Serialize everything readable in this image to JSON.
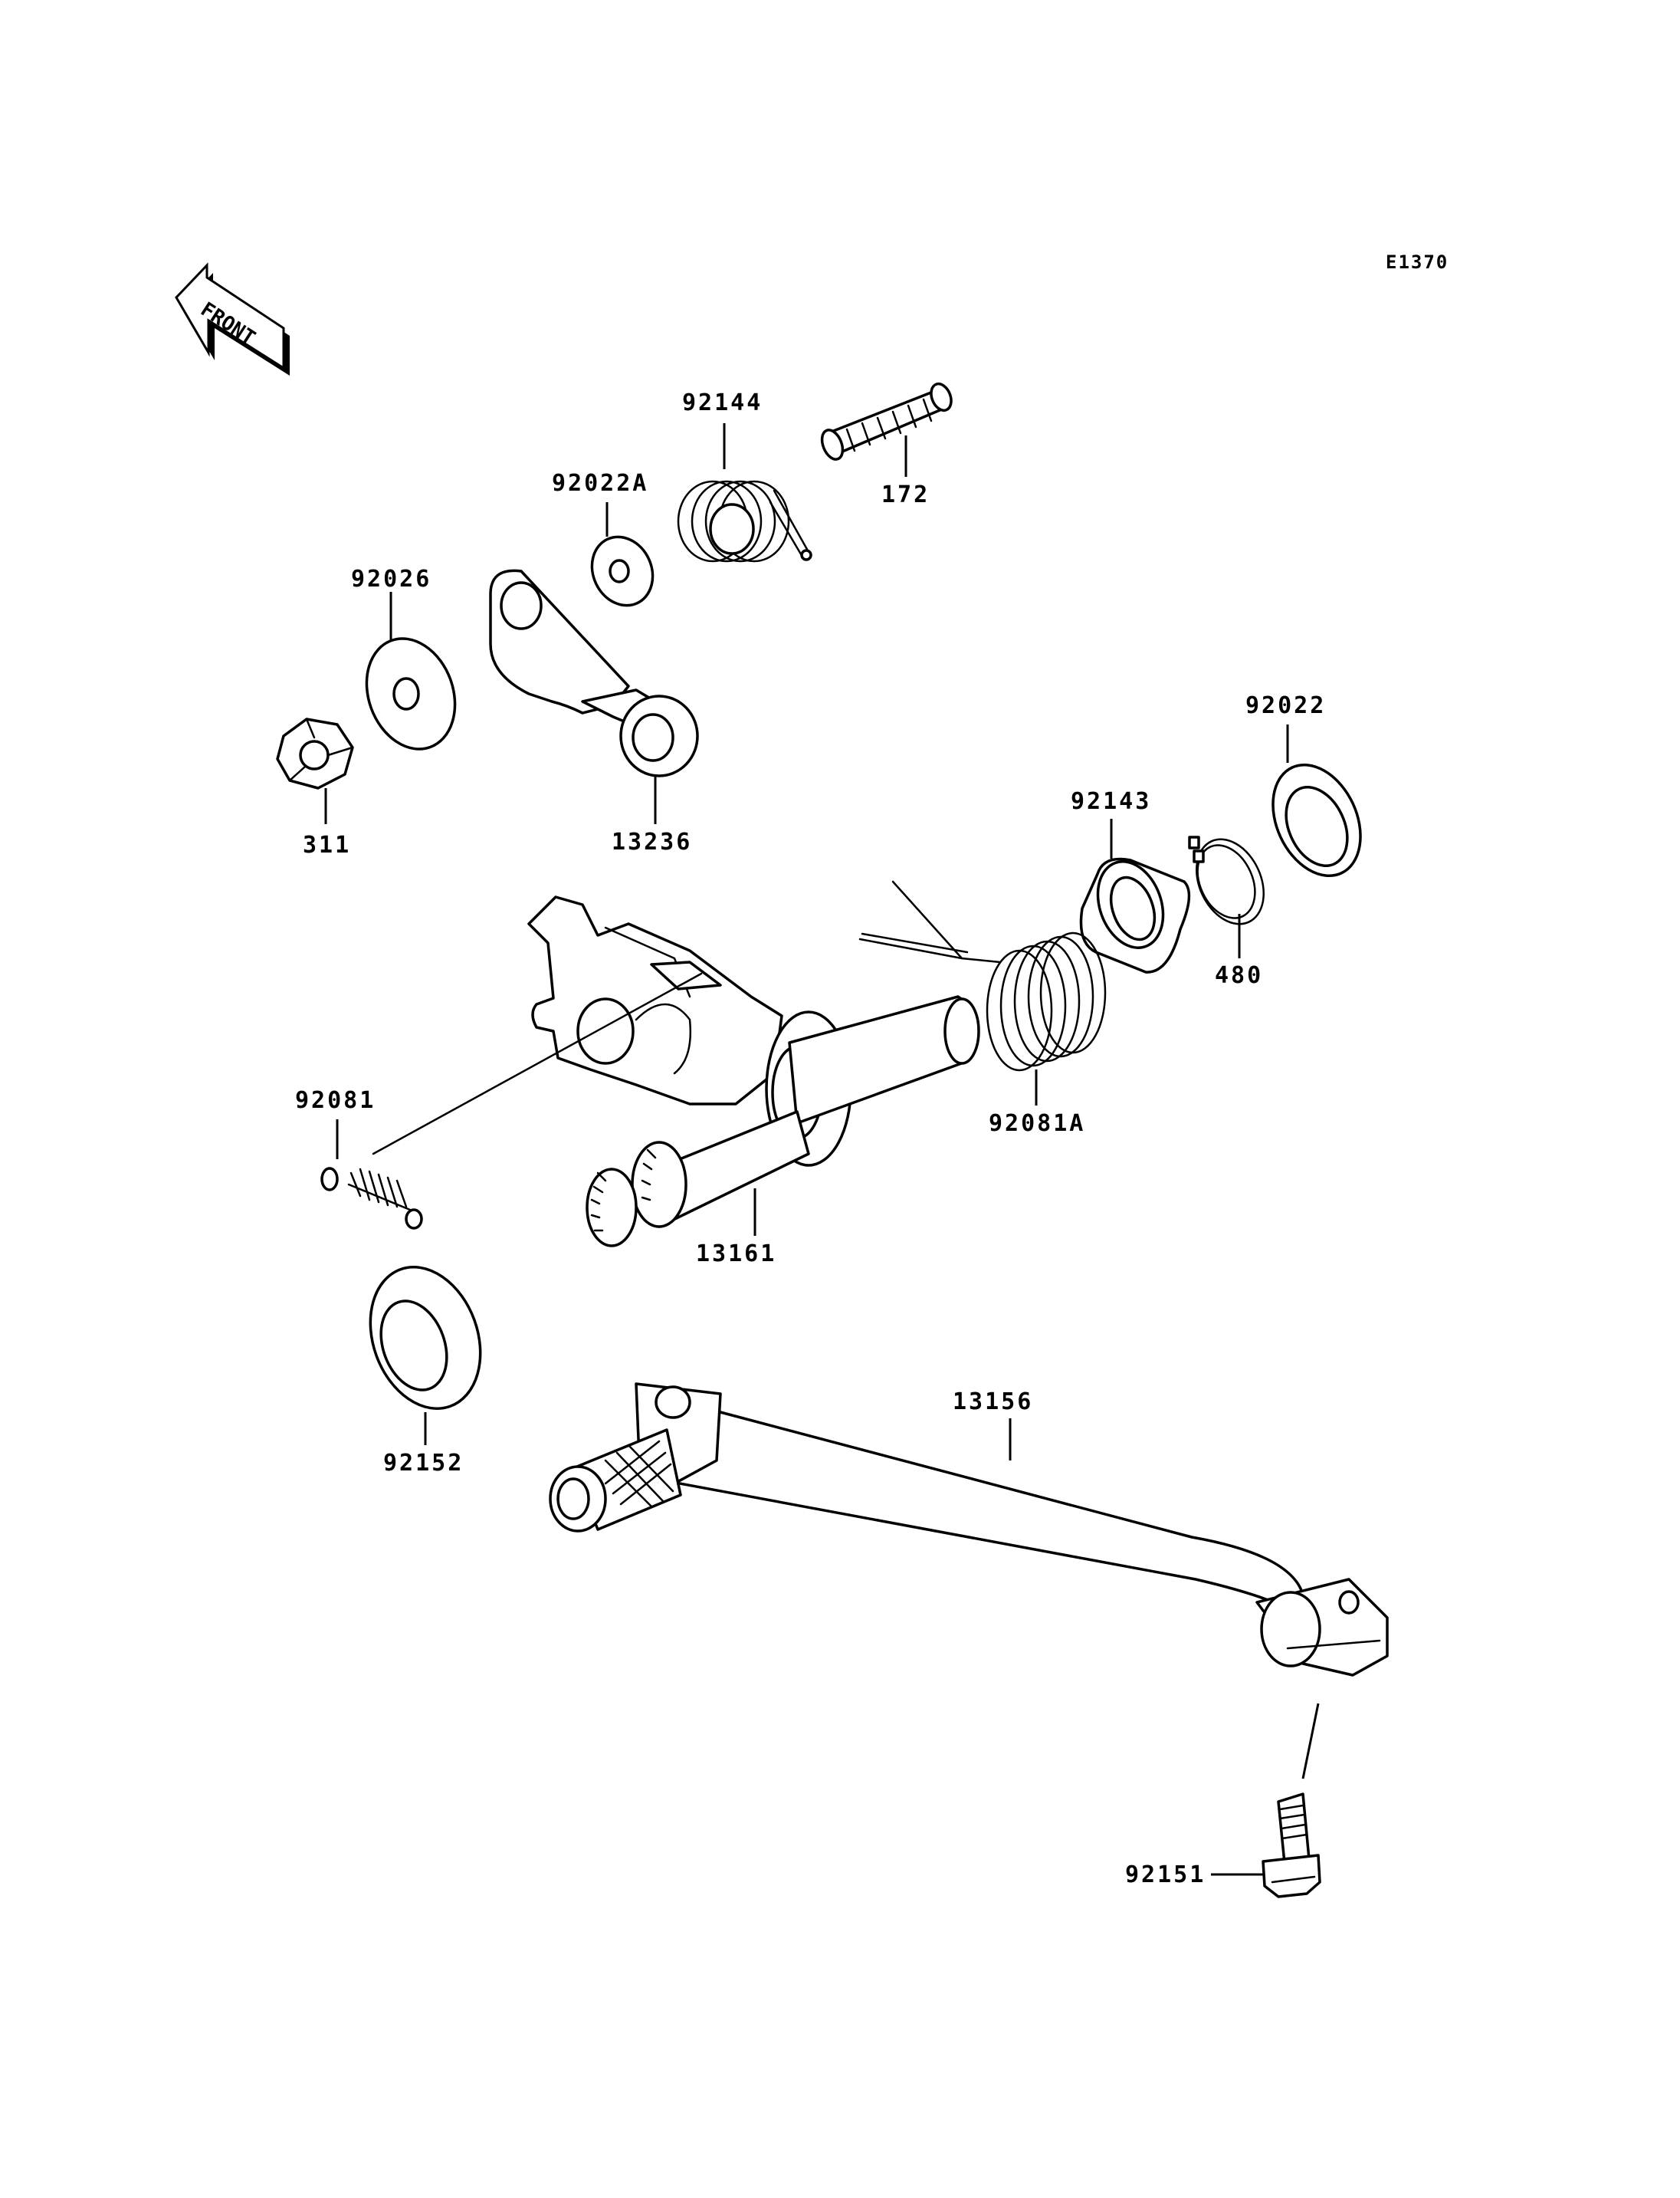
{
  "diagram_code": "E1370",
  "front_label": "FRONT",
  "parts": {
    "p92144": "92144",
    "p172": "172",
    "p92022A": "92022A",
    "p92026": "92026",
    "p311": "311",
    "p13236": "13236",
    "p92022": "92022",
    "p92143": "92143",
    "p480": "480",
    "p92081A": "92081A",
    "p92081": "92081",
    "p13161": "13161",
    "p92152": "92152",
    "p13156": "13156",
    "p92151": "92151"
  }
}
